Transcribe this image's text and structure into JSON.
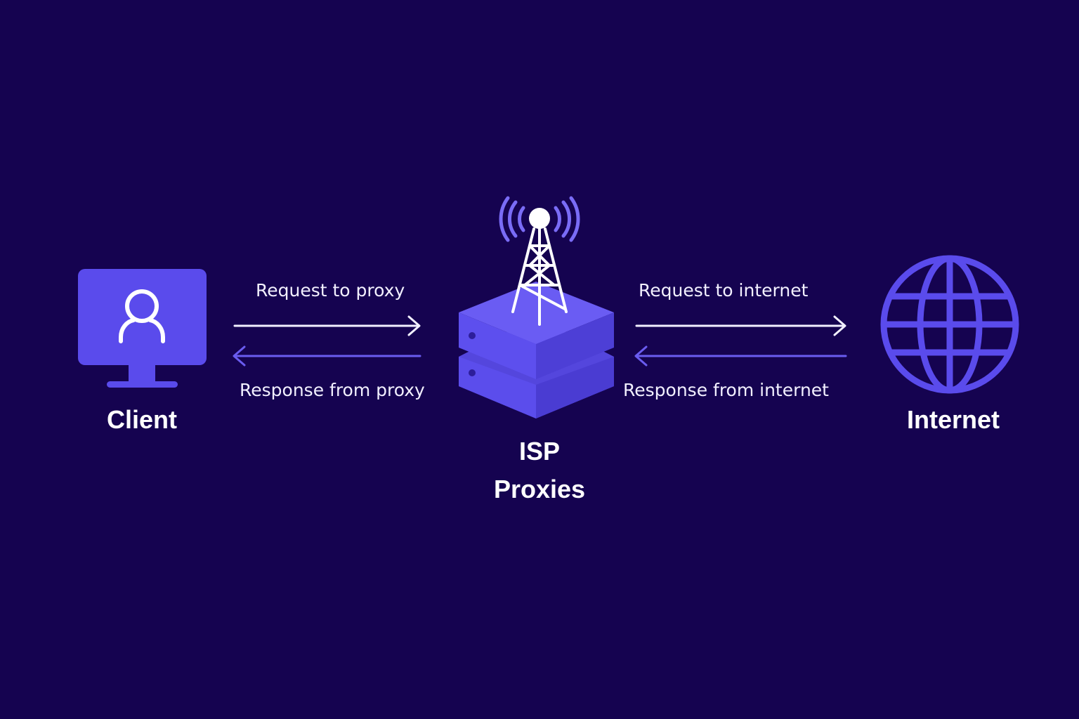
{
  "colors": {
    "background": "#150350",
    "accent": "#5a4bec",
    "accent_light": "#6d60f5",
    "accent_dark": "#4435c8",
    "text": "#ffffff",
    "request_arrow": "#f2f0ff",
    "response_arrow": "#6a5cf0"
  },
  "nodes": {
    "client": {
      "label": "Client",
      "icon": "monitor-user-icon"
    },
    "proxy": {
      "label_line1": "ISP",
      "label_line2": "Proxies",
      "icon": "server-tower-icon"
    },
    "internet": {
      "label": "Internet",
      "icon": "globe-icon"
    }
  },
  "edges": {
    "request_to_proxy": "Request to proxy",
    "response_from_proxy": "Response from proxy",
    "request_to_internet": "Request to internet",
    "response_from_internet": "Response from internet"
  }
}
